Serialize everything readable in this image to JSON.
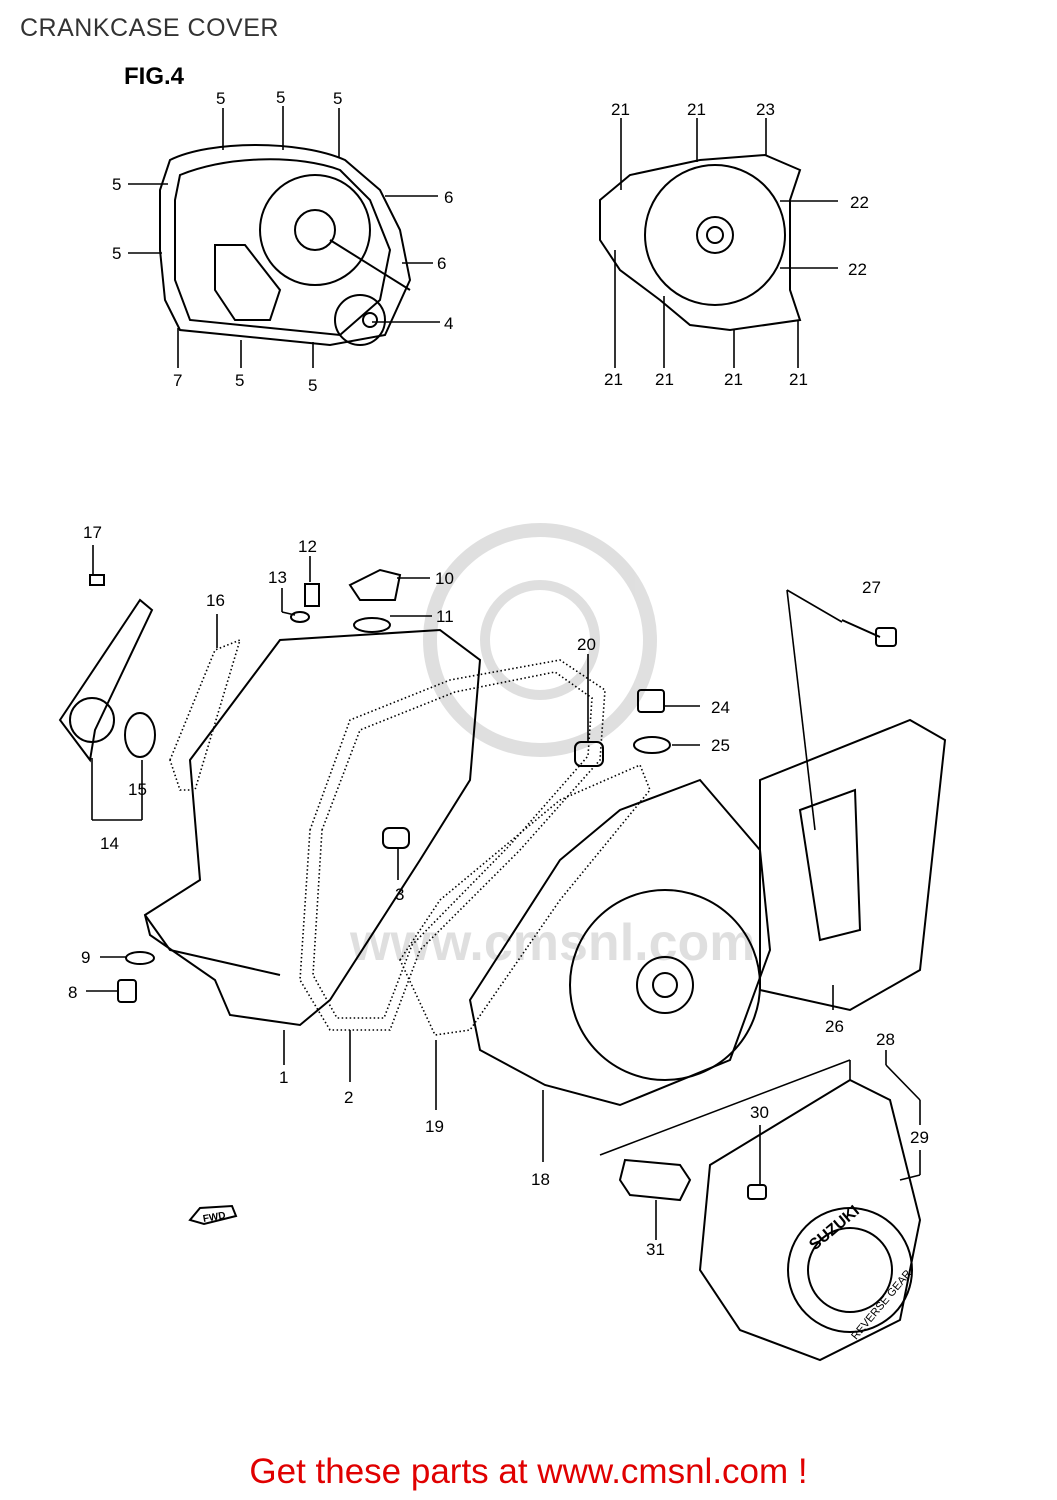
{
  "page_title": "CRANKCASE COVER",
  "figure_label": "FIG.4",
  "footer_link": "Get these parts at www.cmsnl.com !",
  "fwd_label": "FWD",
  "cover_text_suzuki": "SUZUKI",
  "cover_text_reverse": "REVERSE GEAR",
  "watermark_text": "www.cmsnl.com",
  "callouts_fig4_left": [
    "5",
    "5",
    "5",
    "5",
    "5",
    "6",
    "6",
    "4",
    "7",
    "5",
    "5"
  ],
  "callouts_fig4_right": [
    "21",
    "21",
    "23",
    "22",
    "22",
    "21",
    "21",
    "21",
    "21"
  ],
  "callouts_main": [
    "17",
    "12",
    "13",
    "10",
    "11",
    "16",
    "20",
    "27",
    "24",
    "25",
    "15",
    "14",
    "3",
    "9",
    "8",
    "1",
    "2",
    "19",
    "18",
    "26",
    "28",
    "30",
    "29",
    "31"
  ],
  "colors": {
    "footer": "#e00000",
    "title": "#333333",
    "line": "#000000"
  }
}
